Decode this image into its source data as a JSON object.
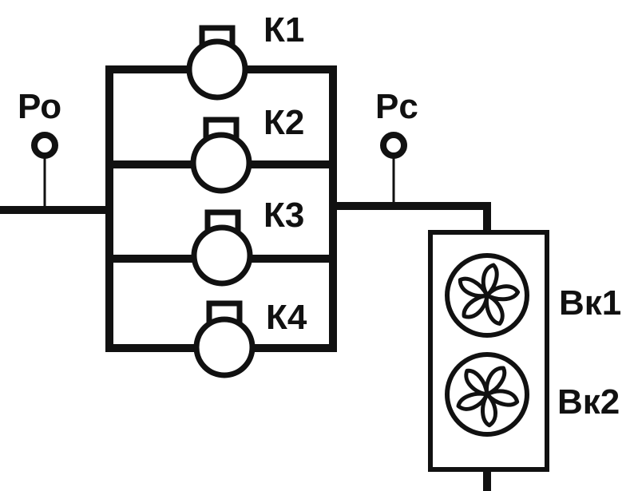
{
  "diagram": {
    "suction_gauge_label": "Ро",
    "discharge_gauge_label": "Рс",
    "compressors": [
      {
        "label": "К1"
      },
      {
        "label": "К2"
      },
      {
        "label": "К3"
      },
      {
        "label": "К4"
      }
    ],
    "fans": [
      {
        "label": "Вк1"
      },
      {
        "label": "Вк2"
      }
    ]
  },
  "colors": {
    "line": "#111111",
    "background": "#ffffff"
  }
}
